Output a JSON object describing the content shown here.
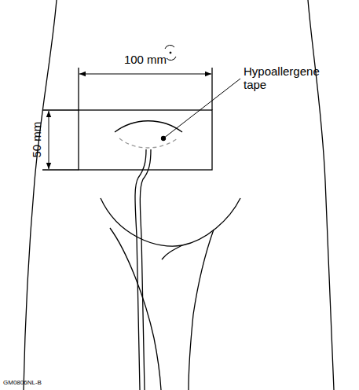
{
  "diagram": {
    "labels": [
      "100 mm",
      "50 mm",
      "Hypoallergene tape",
      "GM0806NL-B"
    ]
  }
}
